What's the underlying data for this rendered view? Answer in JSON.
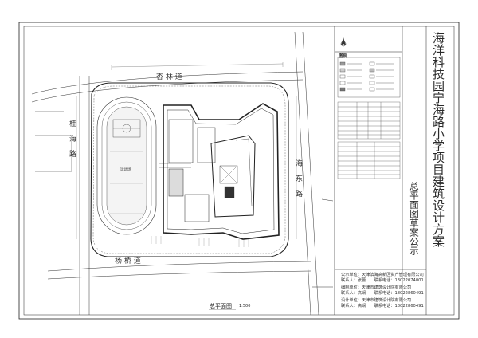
{
  "sheet_title": "海洋科技园宁海路小学项目建筑设计方案",
  "sheet_subtitle": "总平面图草案公示",
  "legend": {
    "heading": "图例"
  },
  "roads": {
    "north": "杏 林 道",
    "south": "杨 桥 道",
    "west": "桂 海 路",
    "east": "海 东 路"
  },
  "plan_caption": "总平面图",
  "plan_scale": "1:500",
  "building_label_sports": "运动场",
  "info_block": {
    "company_line": "公示单位：天津滨海高新区资产管理有限公司",
    "contact_line_1": "联系人：张蕾　　联系电话：13022074001",
    "design_line": "编制单位：天津市建筑设计院有限公司",
    "contact_line_2": "联系人：高娴　　联系电话：18022860491",
    "design_line_2": "设计单位：天津市建筑设计院有限公司",
    "contact_line_3": "联系人：高娴　　联系电话：18022860491"
  },
  "colors": {
    "line": "#2b2b2b",
    "frame": "#1a1a1a",
    "hatch": "#555555",
    "paper": "#ffffff"
  },
  "icons": [
    "north-arrow-icon",
    "site-plan-drawing"
  ]
}
